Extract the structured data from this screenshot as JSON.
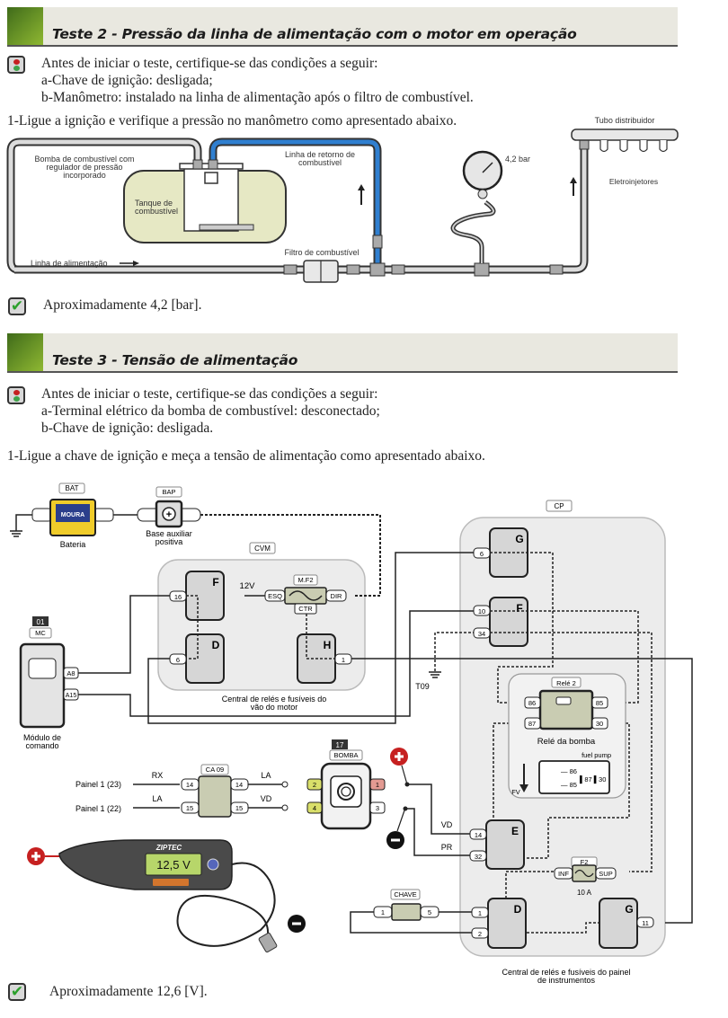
{
  "test2": {
    "title": "Teste 2 - Pressão da linha de alimentação com o motor em operação",
    "precondition_intro": "Antes de iniciar o teste, certifique-se das condições a seguir:",
    "precondition_a": "a-Chave de ignição: desligada;",
    "precondition_b": "b-Manômetro: instalado na linha de alimentação após o filtro de combustível.",
    "step1": "1-Ligue a ignição e verifique a pressão no manômetro como apresentado abaixo.",
    "diagram": {
      "pump_label_1": "Bomba de combustível com",
      "pump_label_2": "regulador de pressão",
      "pump_label_3": "incorporado",
      "tank_label_1": "Tanque de",
      "tank_label_2": "combustível",
      "return_label_1": "Linha de retorno de",
      "return_label_2": "combustível",
      "filter_label": "Filtro de combustível",
      "feed_label": "Linha de alimentação",
      "gauge_value": "4,2 bar",
      "rail_label": "Tubo distribuidor",
      "injectors_label": "Eletroinjetores"
    },
    "result": "Aproximadamente 4,2 [bar]."
  },
  "test3": {
    "title": "Teste 3 - Tensão de alimentação",
    "precondition_intro": "Antes de iniciar o teste, certifique-se das condições a seguir:",
    "precondition_a": "a-Terminal elétrico da bomba de combustível: desconectado;",
    "precondition_b": "b-Chave de ignição: desligada.",
    "step1": "1-Ligue a chave de ignição e meça a tensão de alimentação como apresentado abaixo.",
    "diagram": {
      "bat_tag": "BAT",
      "bat_label": "Bateria",
      "bat_brand": "MOURA",
      "bap_tag": "BAP",
      "bap_label_1": "Base auxiliar",
      "bap_label_2": "positiva",
      "cvm_tag": "CVM",
      "cvm_label_1": "Central de relés e fusíveis do",
      "cvm_label_2": "vão do motor",
      "cvm_block_f": "F",
      "cvm_block_d": "D",
      "cvm_block_h": "H",
      "pin_16": "16",
      "pin_6": "6",
      "pin_h1": "1",
      "voltage_12v": "12V",
      "fuse_mf2": "M.F2",
      "fuse_esq": "ESQ",
      "fuse_dir": "DIR",
      "fuse_ctr": "CTR",
      "mc_number": "01",
      "mc_tag": "MC",
      "mc_pin_a8": "A8",
      "mc_pin_a15": "A15",
      "mc_label_1": "Módulo de",
      "mc_label_2": "comando",
      "t09": "T09",
      "cp_tag": "CP",
      "cp_block_g": "G",
      "cp_block_f": "F",
      "cp_block_e": "E",
      "cp_block_d": "D",
      "cp_block_g2": "G",
      "cp_pin_6": "6",
      "cp_pin_10": "10",
      "cp_pin_34": "34",
      "cp_pin_14": "14",
      "cp_pin_32": "32",
      "cp_pin_d1": "1",
      "cp_pin_d2": "2",
      "cp_pin_11": "11",
      "relay_tag": "Relé 2",
      "relay_pin_86": "86",
      "relay_pin_85": "85",
      "relay_pin_87": "87",
      "relay_pin_30": "30",
      "relay_label": "Relé da bomba",
      "fuel_pump": "fuel pump",
      "fv": "FV",
      "f2_tag": "F2",
      "f2_inf": "INF",
      "f2_sup": "SUP",
      "f2_rating": "10 A",
      "cp_label_1": "Central de relés e fusíveis do painel",
      "cp_label_2": "de instrumentos",
      "ca09_tag": "CA 09",
      "panel_23": "Painel 1 (23)",
      "panel_22": "Painel 1 (22)",
      "wire_rx": "RX",
      "wire_la": "LA",
      "wire_la2": "LA",
      "wire_vd": "VD",
      "wire_vd2": "VD",
      "wire_pr": "PR",
      "ca_pin_14": "14",
      "ca_pin_15": "15",
      "pump_number": "17",
      "pump_tag": "BOMBA",
      "pump_pin_1": "1",
      "pump_pin_2": "2",
      "pump_pin_3": "3",
      "pump_pin_4": "4",
      "chave_tag": "CHAVE",
      "chave_pin_1": "1",
      "chave_pin_5": "5",
      "meter_brand": "ZIPTEC",
      "meter_reading": "12,5 V"
    },
    "result": "Aproximadamente 12,6 [V]."
  },
  "colors": {
    "header_green": "#5a8a22",
    "return_line_blue": "#2f7fd0",
    "tank_fill": "#e6e8c4",
    "positive_red": "#c62020",
    "lcd_green": "#b7d66a"
  }
}
